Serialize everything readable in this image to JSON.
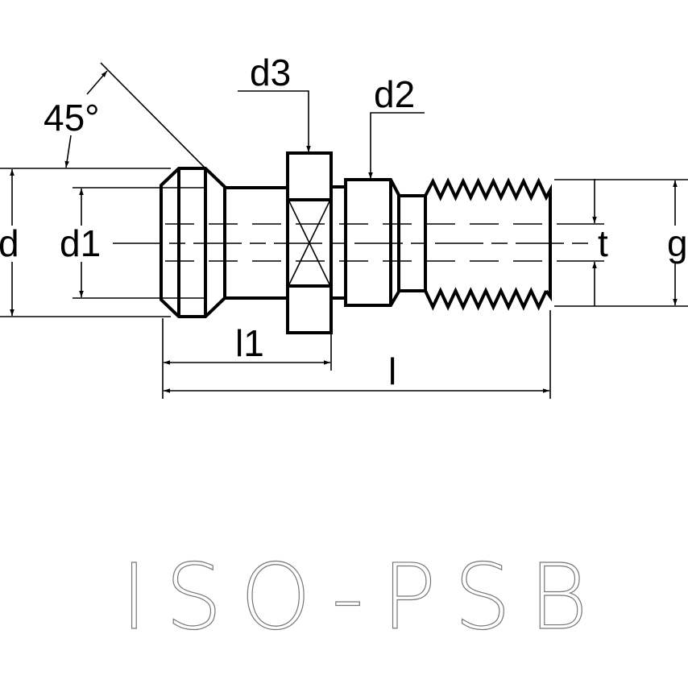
{
  "drawing": {
    "labels": {
      "angle": "45°",
      "d": "d",
      "d1": "d1",
      "d2": "d2",
      "d3": "d3",
      "t": "t",
      "g": "g",
      "l1": "l1",
      "l": "l"
    },
    "title": "ISO-PSB"
  }
}
